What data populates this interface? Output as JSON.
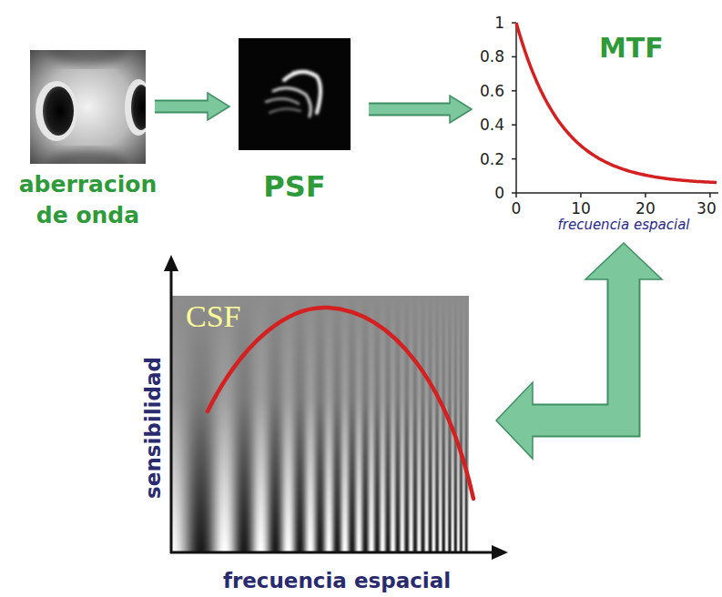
{
  "diagram": {
    "nodes": [
      {
        "text": [
          "aberracion de onda"
        ]
      },
      {
        "text": [
          "PSF"
        ]
      },
      {
        "text": [
          "MTF"
        ]
      },
      {
        "text": [
          "CSF"
        ]
      }
    ],
    "edges": [
      {
        "from": 0,
        "to": 1,
        "arrow": "to"
      },
      {
        "from": 1,
        "to": 2,
        "arrow": "to"
      },
      {
        "from": 2,
        "to": 3,
        "arrow": "both"
      }
    ],
    "labels": [
      "1",
      "0.8",
      "0.6",
      "0.4",
      "0.2",
      "0",
      "0",
      "10",
      "20",
      "30",
      "frecuencia espacial",
      "sensibilidad",
      "frecuencia espacial"
    ]
  }
}
